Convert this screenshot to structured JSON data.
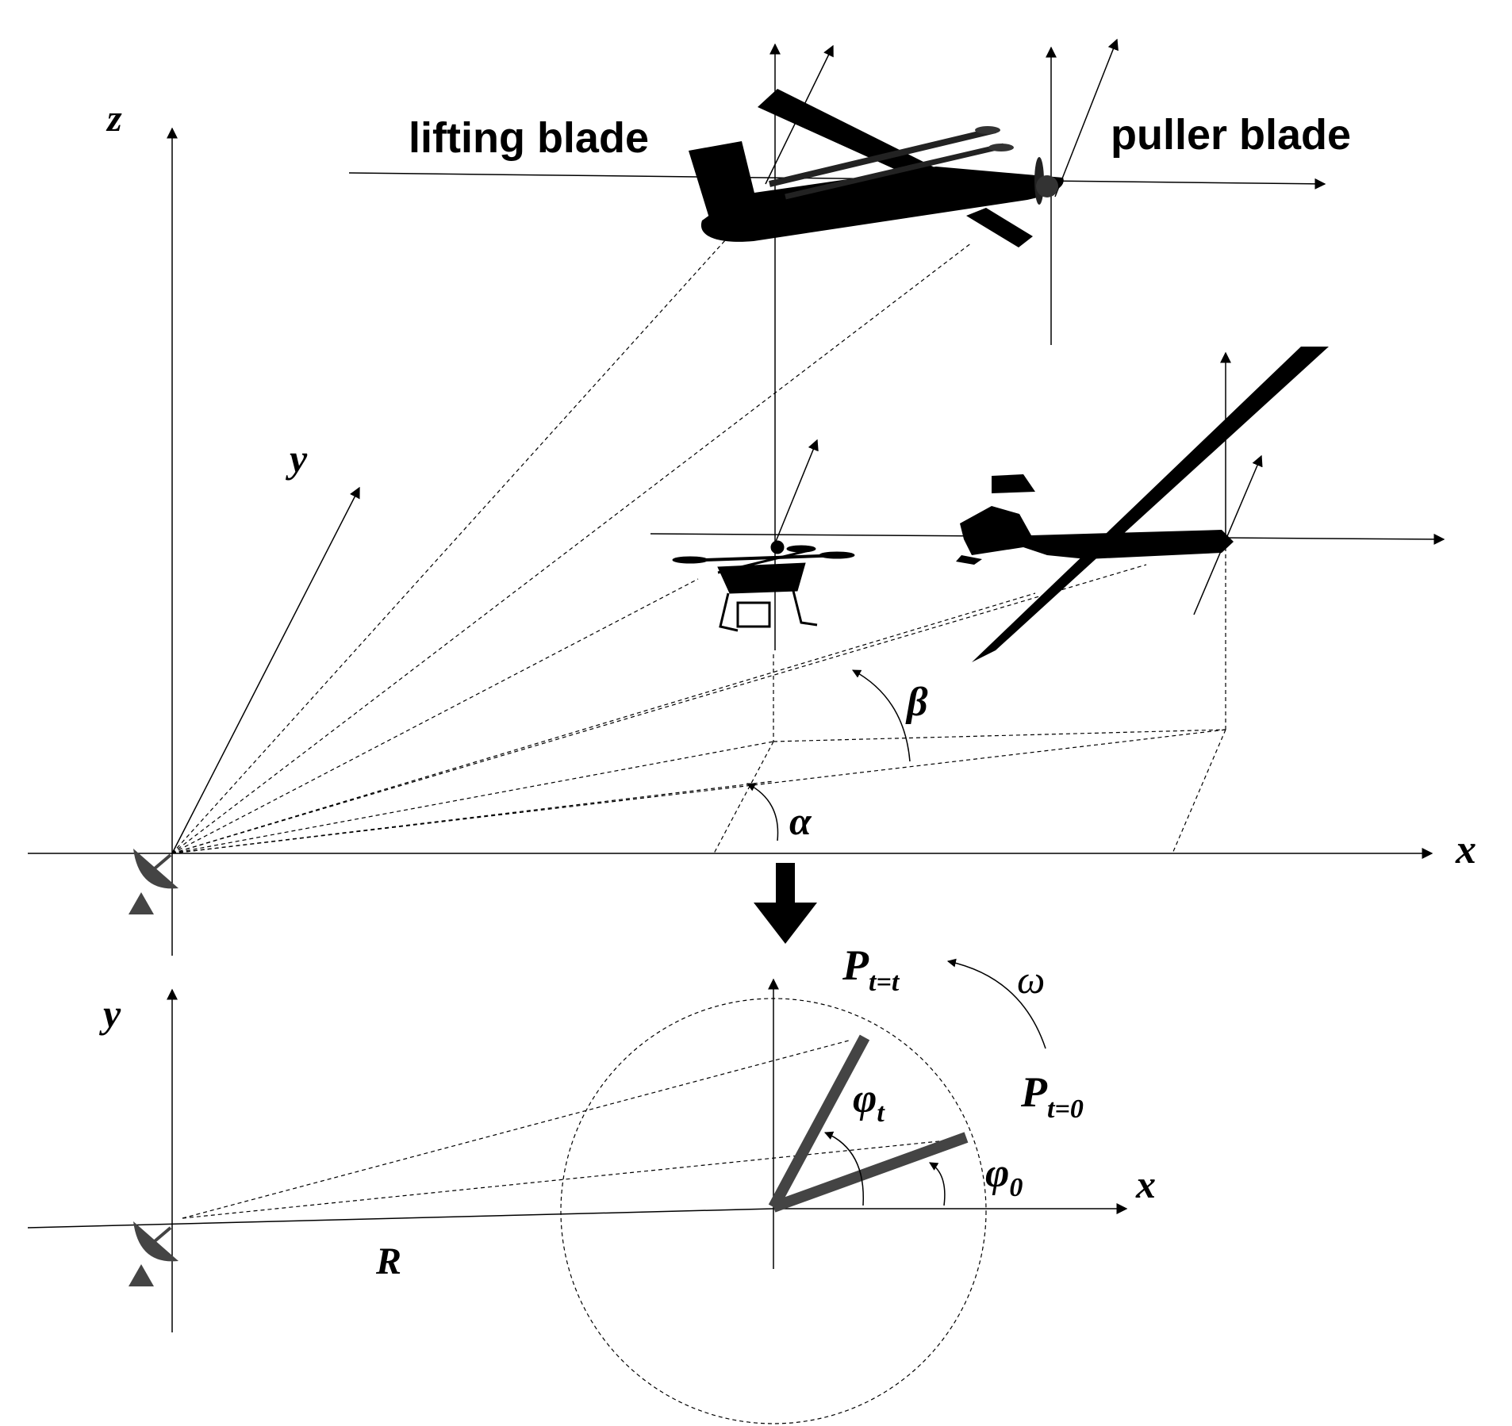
{
  "labels": {
    "lifting_blade": "lifting blade",
    "puller_blade": "puller blade",
    "axis_z": "z",
    "axis_y_top": "y",
    "axis_x_top": "x",
    "axis_y_bottom": "y",
    "axis_x_bottom": "x",
    "alpha": "α",
    "beta": "β",
    "omega": "ω",
    "phi_t_base": "φ",
    "phi_t_sub": "t",
    "phi_0_base": "φ",
    "phi_0_sub": "0",
    "p_tt_base": "P",
    "p_tt_sub": "t=t",
    "p_t0_base": "P",
    "p_t0_sub": "t=0",
    "radius": "R"
  },
  "icons": {
    "radar_top": "radar-dish-icon",
    "radar_bottom": "radar-dish-icon",
    "vtol_drone": "fixed-wing-vtol-drone-icon",
    "quadcopter": "quadcopter-drone-icon",
    "fixed_wing": "fixed-wing-plane-icon",
    "down_arrow": "down-arrow-icon"
  },
  "colors": {
    "ink": "#000000",
    "blade": "#444444",
    "background": "#ffffff"
  }
}
